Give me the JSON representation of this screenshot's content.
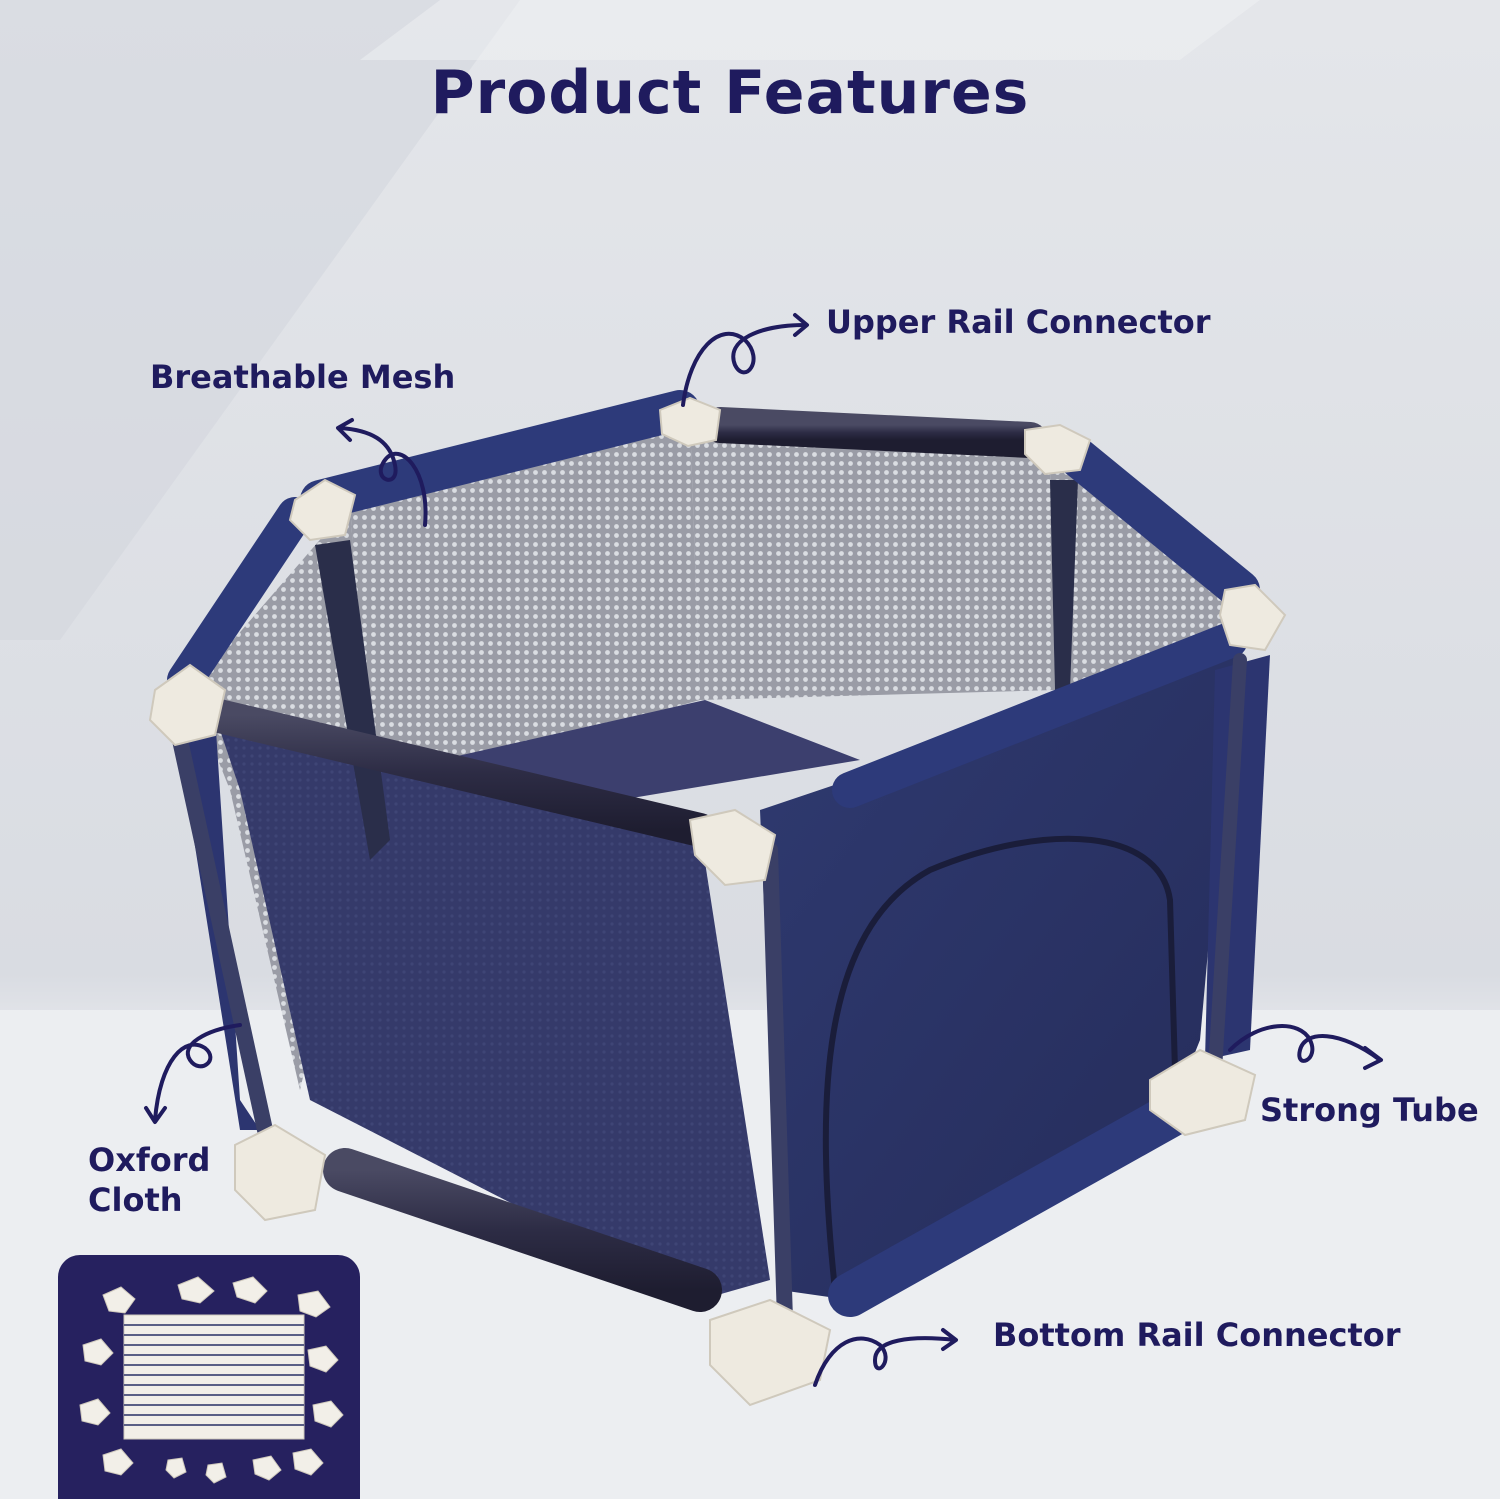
{
  "title": "Product Features",
  "labels": {
    "upper_rail_connector": "Upper Rail Connector",
    "breathable_mesh": "Breathable Mesh",
    "strong_tube": "Strong Tube",
    "oxford_cloth_line1": "Oxford",
    "oxford_cloth_line2": "Cloth",
    "bottom_rail_connector": "Bottom Rail Connector"
  },
  "colors": {
    "text": "#1f1b5e",
    "fabric": "#2b3466",
    "connector": "#eeeae0",
    "background": "#dfe1e6",
    "inset": "#26215f"
  }
}
